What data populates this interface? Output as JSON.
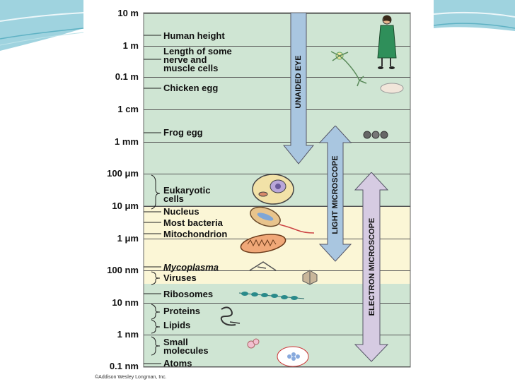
{
  "scale_labels": [
    "10 m",
    "1 m",
    "0.1 m",
    "1 cm",
    "1 mm",
    "100 μm",
    "10 μm",
    "1 μm",
    "100 nm",
    "10 nm",
    "1 nm",
    "0.1 nm"
  ],
  "items": {
    "human_height": "Human height",
    "nerve_1": "Length of some",
    "nerve_2": "nerve and",
    "nerve_3": "muscle cells",
    "chicken_egg": "Chicken egg",
    "frog_egg": "Frog egg",
    "euk_1": "Eukaryotic",
    "euk_2": "cells",
    "nucleus": "Nucleus",
    "bacteria": "Most bacteria",
    "mito": "Mitochondrion",
    "mycoplasma": "Mycoplasma",
    "viruses": "Viruses",
    "ribosomes": "Ribosomes",
    "proteins": "Proteins",
    "lipids": "Lipids",
    "small_1": "Small",
    "small_2": "molecules",
    "atoms": "Atoms"
  },
  "ranges": {
    "unaided_eye": "UNAIDED EYE",
    "light_microscope": "LIGHT MICROSCOPE",
    "electron_microscope": "ELECTRON MICROSCOPE"
  },
  "copyright": "©Addison Wesley Longman, Inc.",
  "colors": {
    "panel_green": "#cfe5d3",
    "panel_yellow": "#fbf6d6",
    "arrow_blue": "#a9c6e0",
    "arrow_purple": "#d6cbe2",
    "theme_teal": "#7fc3cf"
  }
}
